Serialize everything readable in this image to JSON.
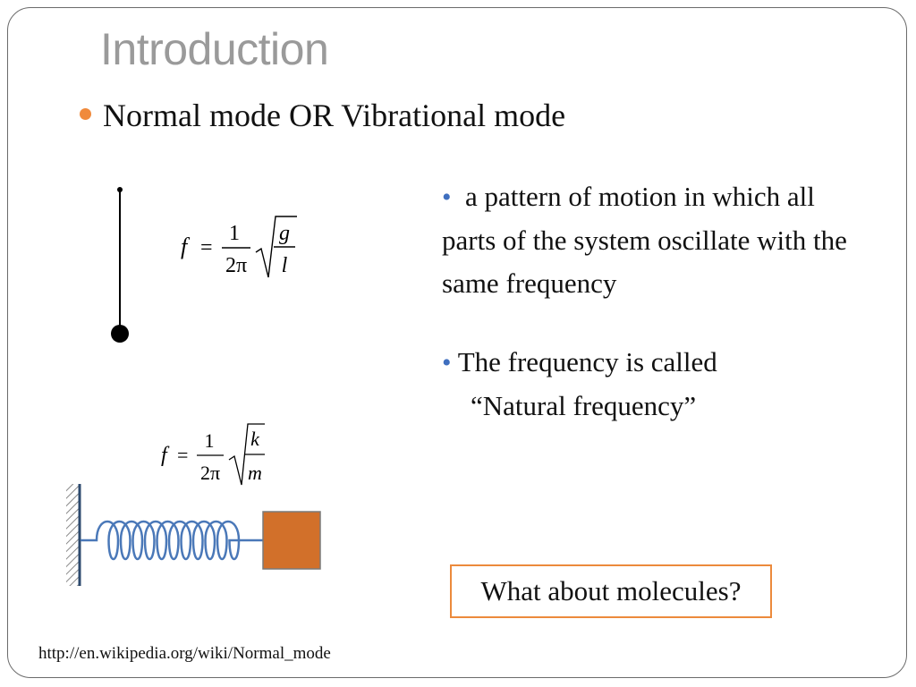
{
  "slide": {
    "title": "Introduction",
    "main_bullet": "Normal mode OR Vibrational mode",
    "points": [
      "a pattern of motion in which all parts of the system oscillate with the same frequency",
      "The frequency is called",
      "“Natural frequency”"
    ],
    "callout": "What about molecules?",
    "source_url": "http://en.wikipedia.org/wiki/Normal_mode"
  },
  "formulas": {
    "pendulum": {
      "lhs": "f",
      "eq": "=",
      "num": "1",
      "den": "2π",
      "rad_num": "g",
      "rad_den": "l"
    },
    "spring": {
      "lhs": "f",
      "eq": "=",
      "num": "1",
      "den": "2π",
      "rad_num": "k",
      "rad_den": "m"
    }
  },
  "colors": {
    "title": "#9a9a9a",
    "bullet_orange": "#f08a3c",
    "bullet_blue": "#3f6fbf",
    "spring": "#4a78b8",
    "mass": "#d2702a",
    "callout_border": "#ec8a3c"
  }
}
